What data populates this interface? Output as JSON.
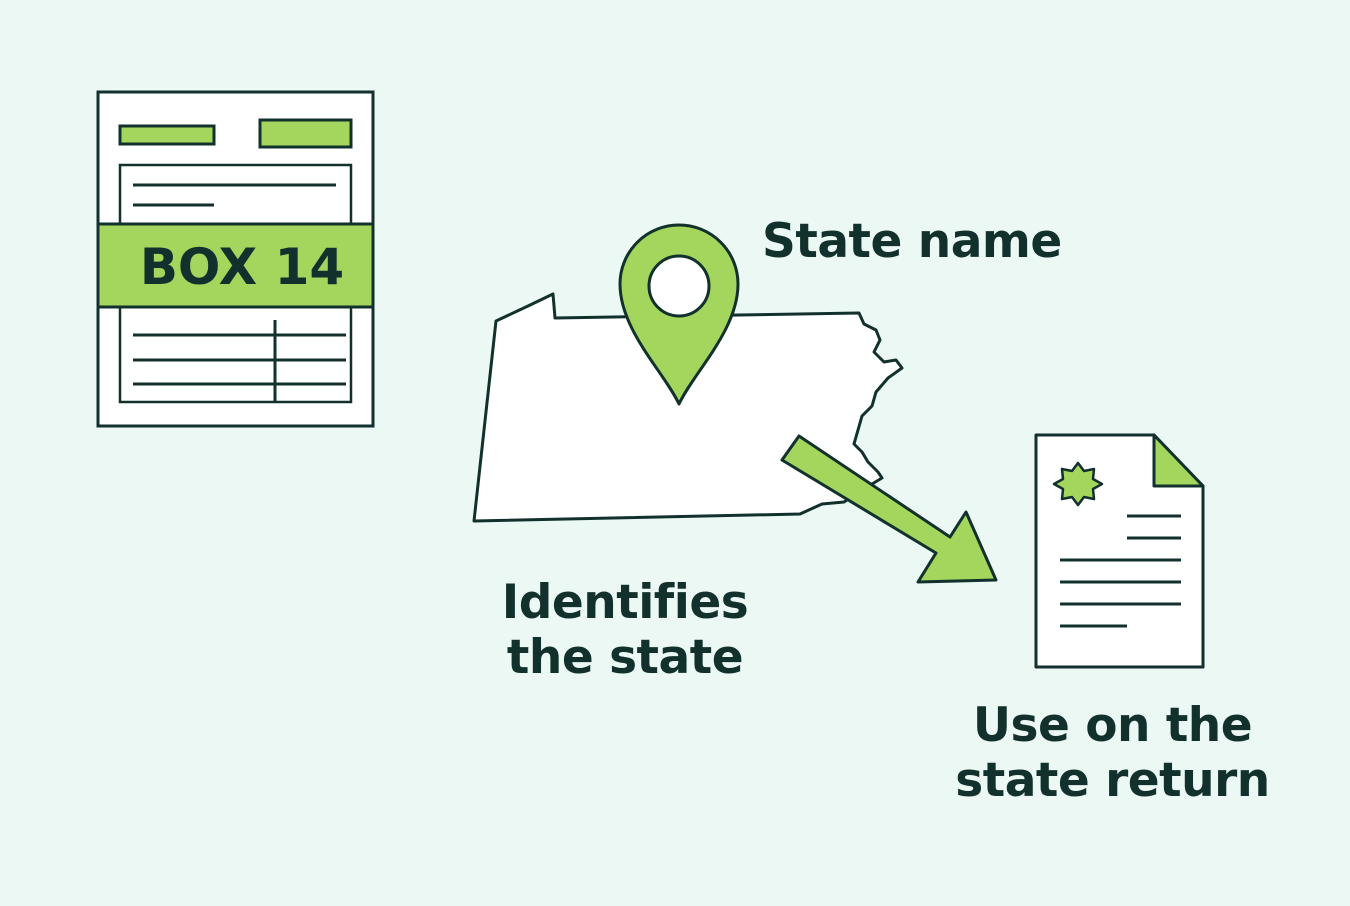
{
  "form": {
    "box_label": "BOX 14"
  },
  "labels": {
    "state_name": "State name",
    "identifies_line1": "Identifies",
    "identifies_line2": "the state",
    "use_line1": "Use on the",
    "use_line2": "state return"
  },
  "icons": {
    "form": "w2-form-icon",
    "map": "state-map-icon",
    "pin": "location-pin-icon",
    "arrow": "arrow-icon",
    "return": "state-return-document-icon",
    "seal": "seal-icon"
  },
  "colors": {
    "background": "#ebf8f4",
    "accent_green": "#a4d65e",
    "outline": "#12312c",
    "paper": "#ffffff"
  }
}
